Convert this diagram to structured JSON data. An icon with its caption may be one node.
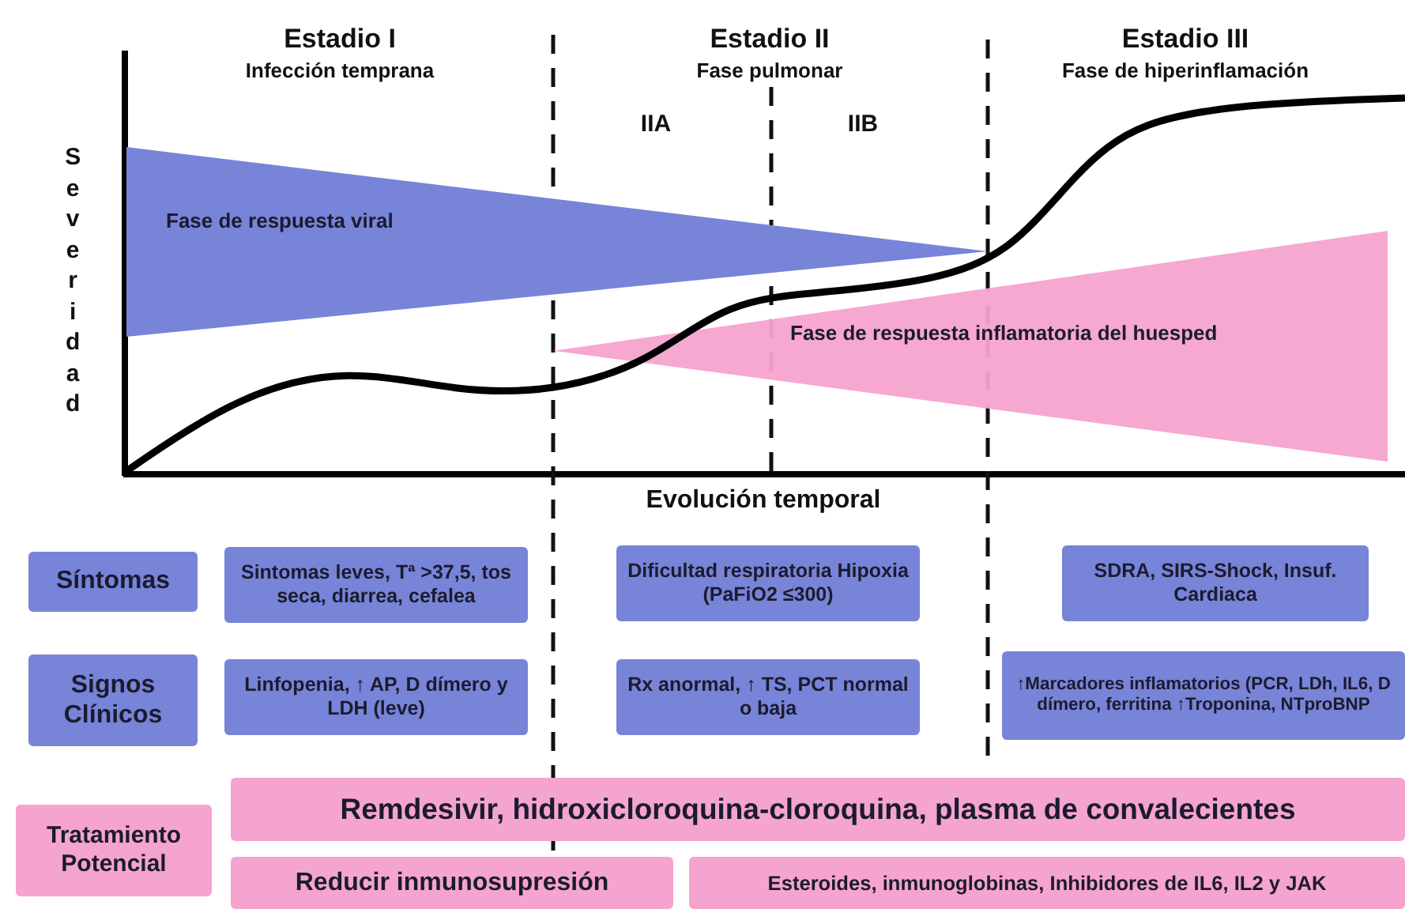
{
  "diagram": {
    "nodes": [
      {
        "text": [
          "Fase de respuesta viral"
        ]
      },
      {
        "text": [
          "Fase de respuesta inflamatoria del huesped"
        ]
      },
      {
        "text": [
          "Síntomas"
        ]
      },
      {
        "text": [
          "Sintomas leves, Tª >37,5, tos seca, diarrea, cefalea"
        ]
      },
      {
        "text": [
          "Dificultad respiratoria Hipoxia (PaFiO2 ≤300)"
        ]
      },
      {
        "text": [
          "SDRA, SIRS-Shock, Insuf. Cardiaca"
        ]
      },
      {
        "text": [
          "Signos Clínicos"
        ]
      },
      {
        "text": [
          "Linfopenia, ↑ AP, D dímero y LDH (leve)"
        ]
      },
      {
        "text": [
          "Rx anormal, ↑ TS, PCT normal o baja"
        ]
      },
      {
        "text": [
          "↑Marcadores inflamatorios (PCR, LDh, IL6, D dímero, ferritina ↑Troponina, NTproBNP"
        ]
      },
      {
        "text": [
          "Tratamiento Potencial"
        ]
      },
      {
        "text": [
          "Remdesivir, hidroxicloroquina-cloroquina, plasma de convalecientes"
        ]
      },
      {
        "text": [
          "Reducir inmunosupresión"
        ]
      },
      {
        "text": [
          "Esteroides, inmunoglobinas, Inhibidores de IL6, IL2 y JAK"
        ]
      }
    ],
    "labels": [
      "Estadio I",
      "Infección temprana",
      "Estadio II",
      "Fase pulmonar",
      "Estadio III",
      "Fase de hiperinflamación",
      "IIA",
      "IIB",
      "Severidad",
      "Evolución temporal"
    ]
  }
}
